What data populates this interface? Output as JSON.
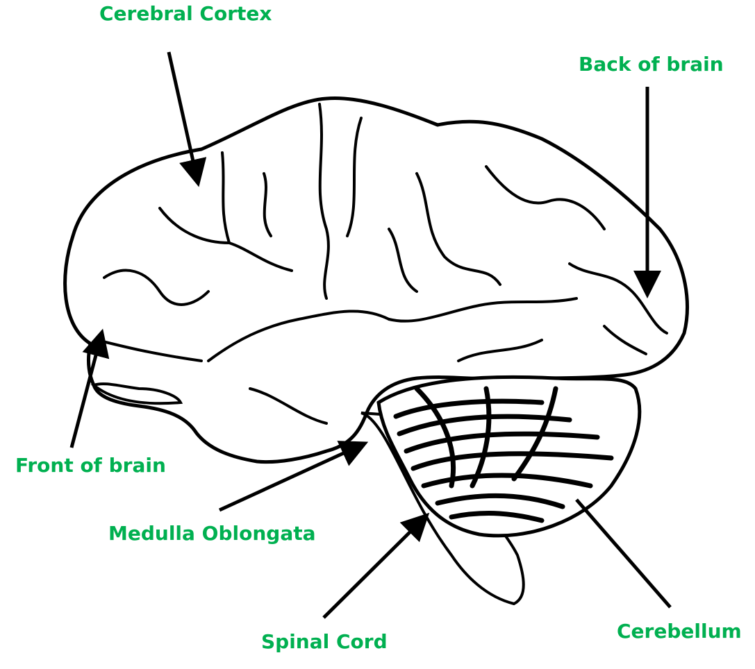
{
  "diagram": {
    "subject": "Human brain, lateral view",
    "label_color": "#00b050",
    "line_color": "#000000",
    "labels": [
      {
        "id": "cerebral-cortex",
        "text": "Cerebral Cortex"
      },
      {
        "id": "back-of-brain",
        "text": "Back of brain"
      },
      {
        "id": "front-of-brain",
        "text": "Front of brain"
      },
      {
        "id": "medulla-oblongata",
        "text": "Medulla Oblongata"
      },
      {
        "id": "spinal-cord",
        "text": "Spinal Cord"
      },
      {
        "id": "cerebellum",
        "text": "Cerebellum"
      }
    ]
  }
}
